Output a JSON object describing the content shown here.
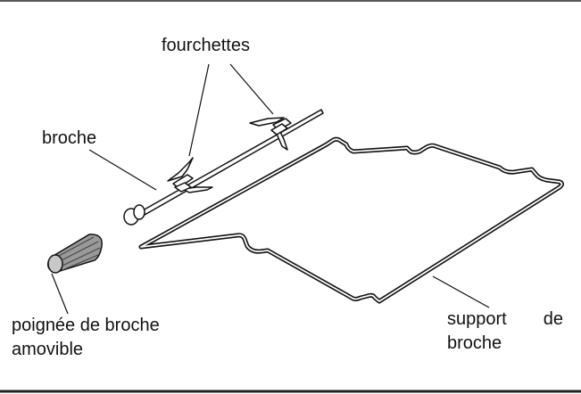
{
  "labels": {
    "fourchettes": "fourchettes",
    "broche": "broche",
    "poignee_line1": "poignée de broche",
    "poignee_line2": "amovible",
    "support_word1": "support",
    "support_word2": "de",
    "support_line2": "broche"
  },
  "colors": {
    "line": "#111111",
    "handle_fill": "#9a9a9a",
    "handle_light": "#d8d8d8",
    "background": "#ffffff"
  }
}
